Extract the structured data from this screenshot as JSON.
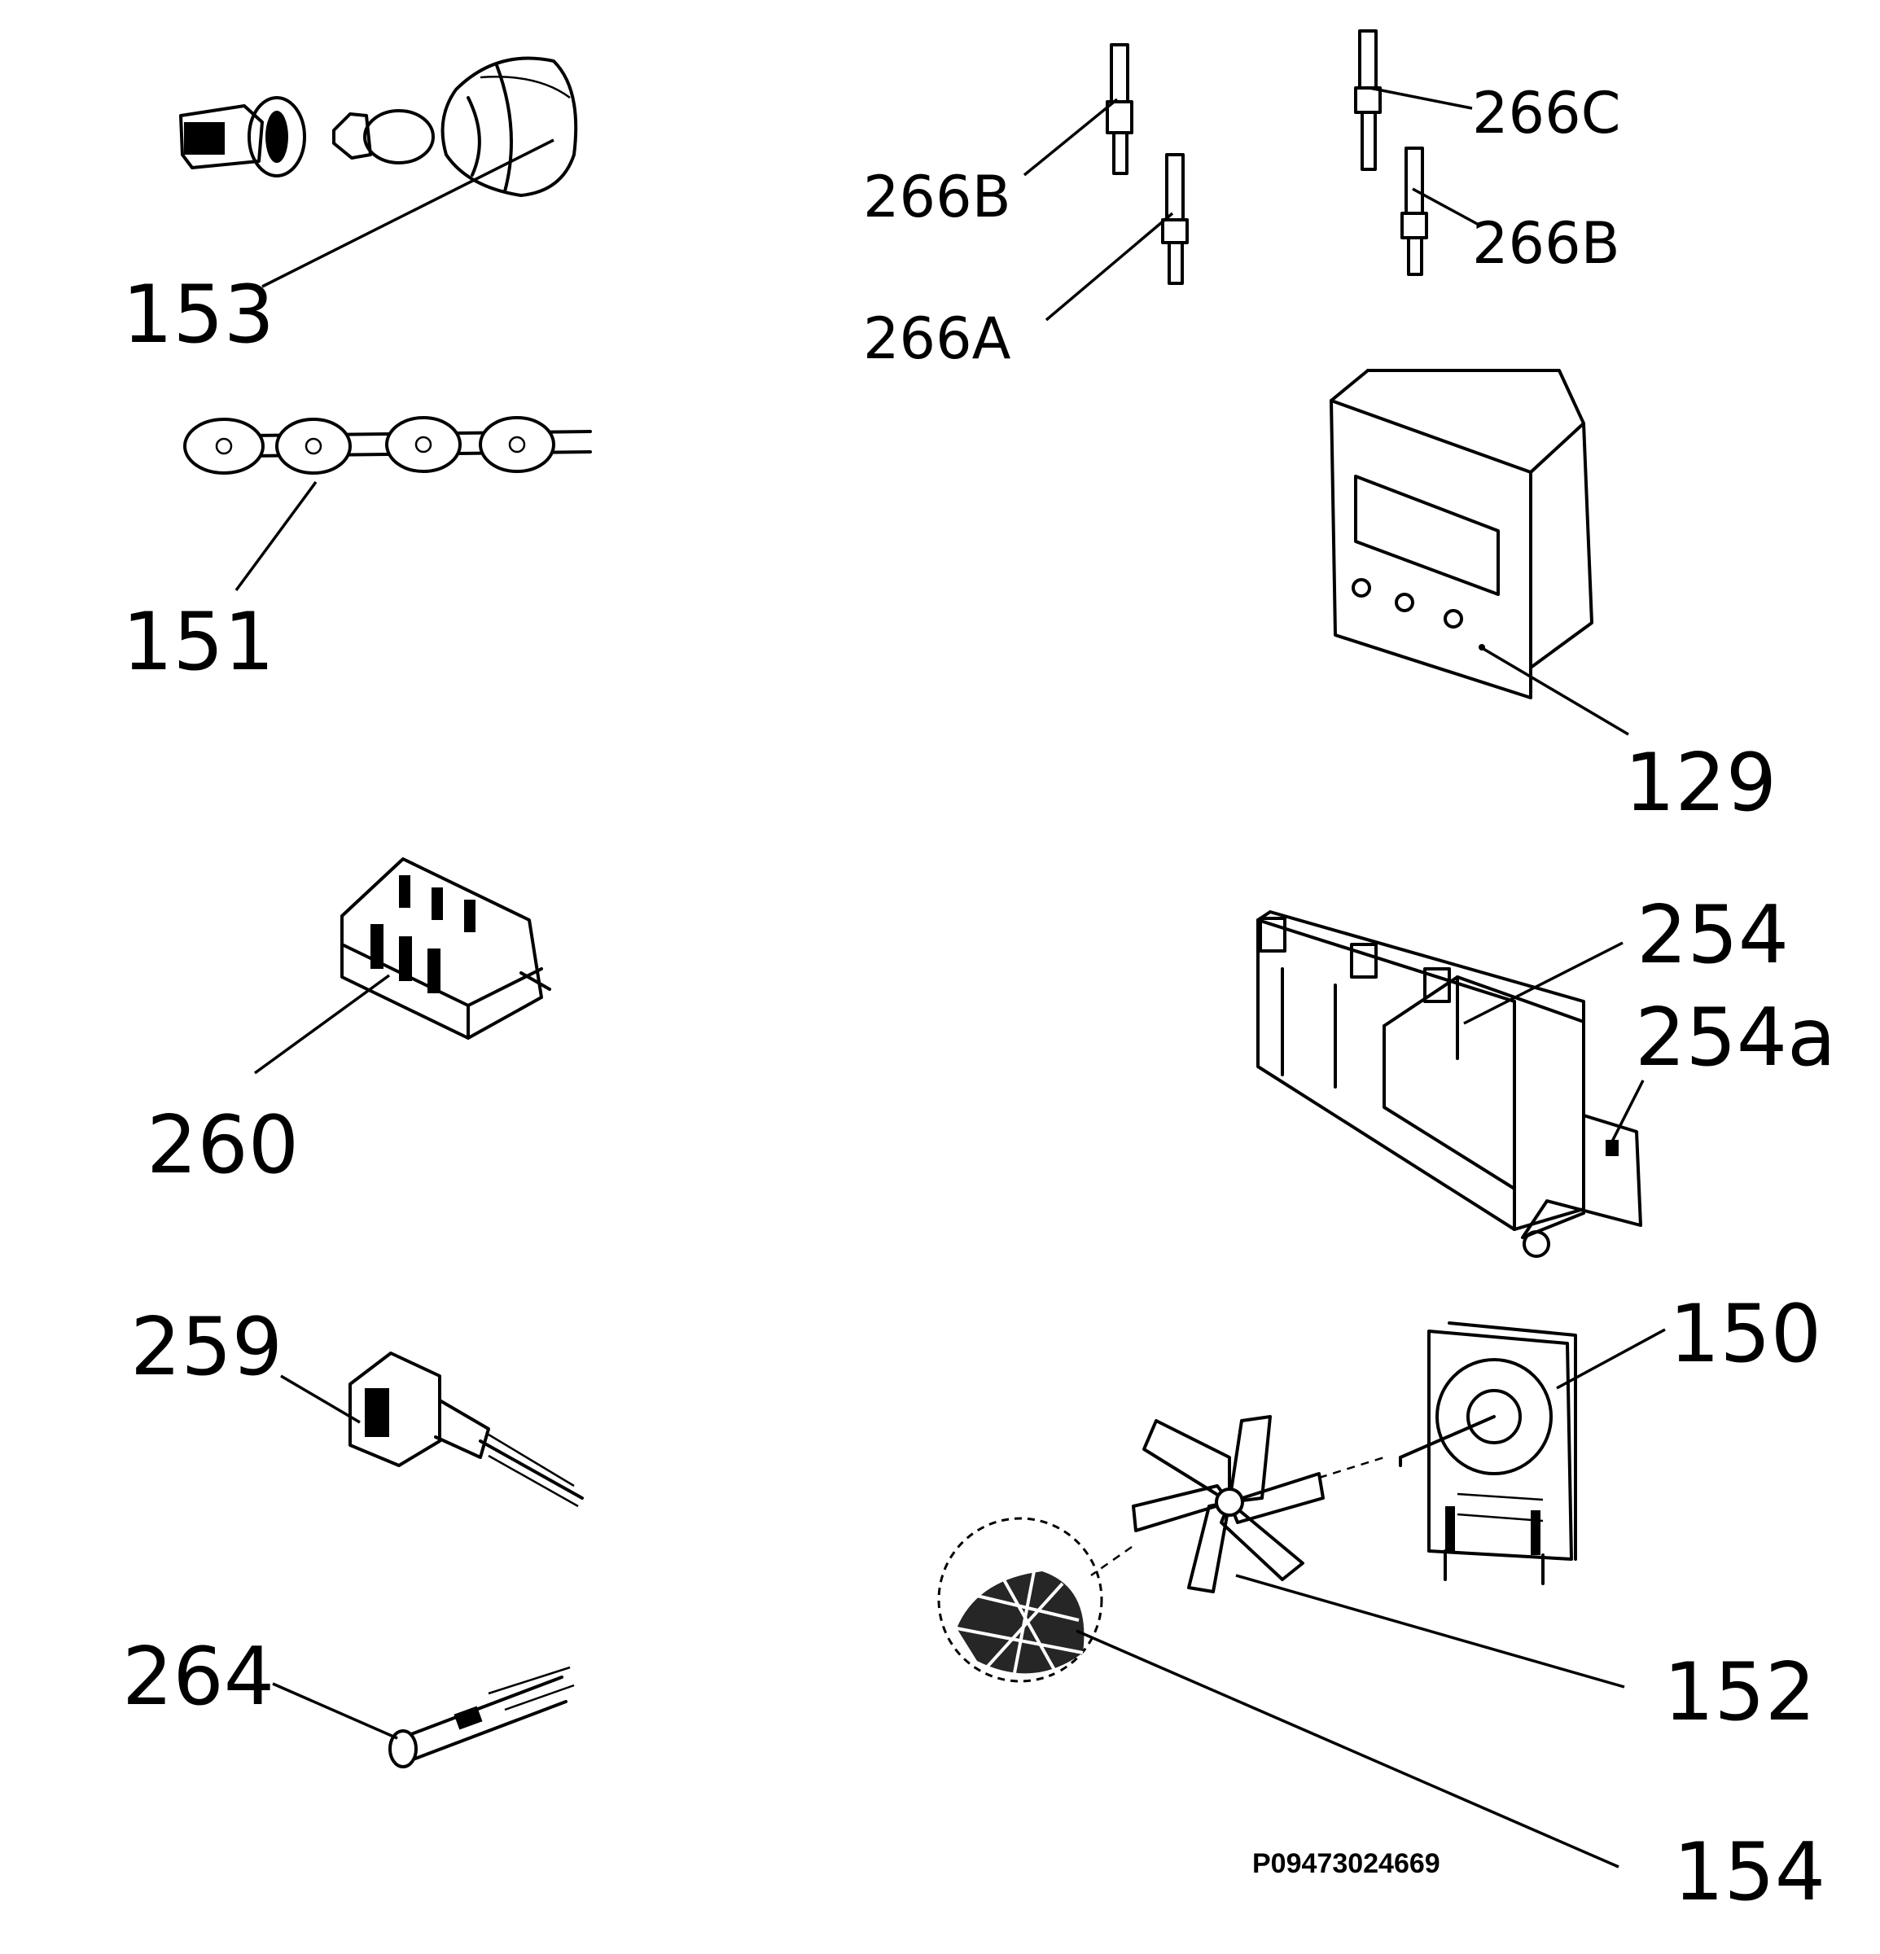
{
  "reference_code": "P09473024669",
  "callouts": {
    "c153": "153",
    "c151": "151",
    "c260": "260",
    "c259": "259",
    "c264": "264",
    "c266b_left": "266B",
    "c266a": "266A",
    "c266c": "266C",
    "c266b_right": "266B",
    "c129": "129",
    "c254": "254",
    "c254a": "254a",
    "c150": "150",
    "c152": "152",
    "c154": "154"
  }
}
